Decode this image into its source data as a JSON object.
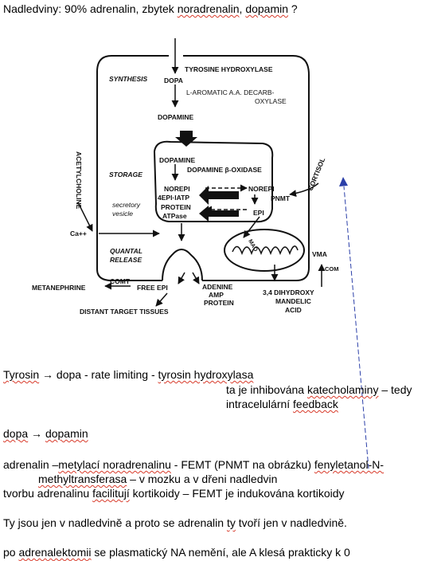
{
  "header": {
    "pre": "Nadledviny: 90% adrenalin, zbytek ",
    "w1": "noradrenalin",
    "sep": ", ",
    "w2": "dopamin",
    "post": " ?"
  },
  "diagram": {
    "labels": {
      "synthesis": "SYNTHESIS",
      "storage": "STORAGE",
      "quantal_1": "QUANTAL",
      "quantal_2": "RELEASE",
      "secretory_1": "secretory",
      "secretory_2": "vesicle",
      "acetylcholine": "ACETYLCHOLINE",
      "cortisol": "CORTISOL",
      "ca": "Ca++",
      "tyrosine_hydroxylase": "TYROSINE HYDROXYLASE",
      "dopa": "DOPA",
      "decarb_1": "L-AROMATIC A.A. DECARB-",
      "decarb_2": "OXYLASE",
      "dopamine_1": "DOPAMINE",
      "dopamine_2": "DOPAMINE",
      "dbh": "DOPAMINE β-OXIDASE",
      "norepi_in": "NOREPI",
      "norepi_out": "NOREPI",
      "epi_atp": "4EPI·IATP",
      "protein_1": "PROTEIN",
      "atpase": "ATPase",
      "pnmt": "PNMT",
      "epi": "EPI",
      "mao": "MAO",
      "vma": "VMA",
      "com": "COM",
      "comt": "COMT",
      "metanephrine": "METANEPHRINE",
      "free_epi": "FREE EPI",
      "adenine": "ADENINE",
      "amp": "AMP",
      "protein_2": "PROTEIN",
      "dihydroxy_1": "3,4 DIHYDROXY",
      "dihydroxy_2": "MANDELIC",
      "dihydroxy_3": "ACID",
      "distant": "DISTANT TARGET TISSUES"
    }
  },
  "notes": {
    "l1": {
      "a": "Tyrosin",
      "b": " → ",
      "c": "dopa",
      "d": "  - rate limiting  - ",
      "e": "tyrosin hydroxylasa"
    },
    "l2": {
      "a": "ta je inhibována ",
      "b": "katecholaminy",
      "c": " – tedy"
    },
    "l3": {
      "a": "intracelulární ",
      "b": "feedback"
    },
    "l4": {
      "a": "dopa",
      "b": " → ",
      "c": "dopamin"
    },
    "l5": {
      "a": "adrenalin –",
      "b": "metylací noradrenalinu",
      "c": " - FEMT (PNMT na obrázku) ",
      "d": "fenyletanol-N-"
    },
    "l6": {
      "a": "methyltransferasa",
      "b": " – v mozku a v dřeni nadledvin"
    },
    "l7": {
      "a": "tvorbu adrenalinu ",
      "b": "facilitují",
      "c": " kortikoidy – FEMT je indukována kortikoidy"
    },
    "l8": {
      "a": "Ty jsou jen v nadledvině a proto se adrenalin ",
      "b": "ty",
      "c": " tvoří jen v nadledvině."
    },
    "l9": {
      "a": "po ",
      "b": "adrenalektomii",
      "c": " se plasmatický NA nemění, ale A klesá prakticky k 0"
    }
  },
  "colors": {
    "text": "#000000",
    "spellcheck": "#d83a2a",
    "annotation_arrow": "#2b3fa8"
  }
}
